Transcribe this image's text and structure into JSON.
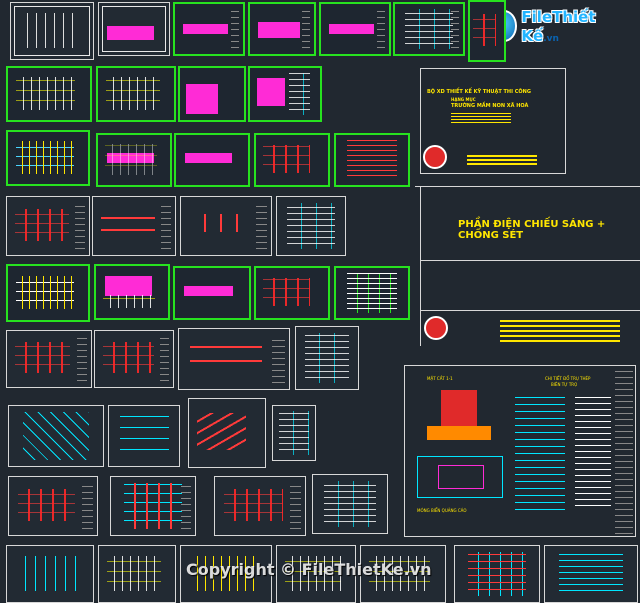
{
  "logo": {
    "brand": "File",
    "brand_accent": "Thiết Kế",
    "tld": ".vn"
  },
  "watermark": {
    "text": "Copyright © FileThietKe.vn"
  },
  "title_block_top": {
    "heading": "BỘ XD THIẾT KẾ KỸ THUẬT THI CÔNG",
    "line1": "TRƯỜNG MẦM NON XÃ HOÀ",
    "sub_note": "HẠNG MỤC"
  },
  "title_block_mid": {
    "heading": "PHẦN ĐIỆN CHIẾU SÁNG + CHỐNG SÉT"
  },
  "detail_sheet": {
    "label_left": "MẶT CẮT 1-1",
    "label_right": "CHI TIẾT ĐỔ TRỤ THÉP",
    "label_right_2": "BIÊN TỰ TRỌ",
    "label_bottom": "MÓNG BIỂN QUẢNG CÁO"
  },
  "colors": {
    "background": "#212830",
    "sheet_border": "#27e21f",
    "accent_yellow": "#ffe600",
    "accent_magenta": "#ff2bd6"
  }
}
